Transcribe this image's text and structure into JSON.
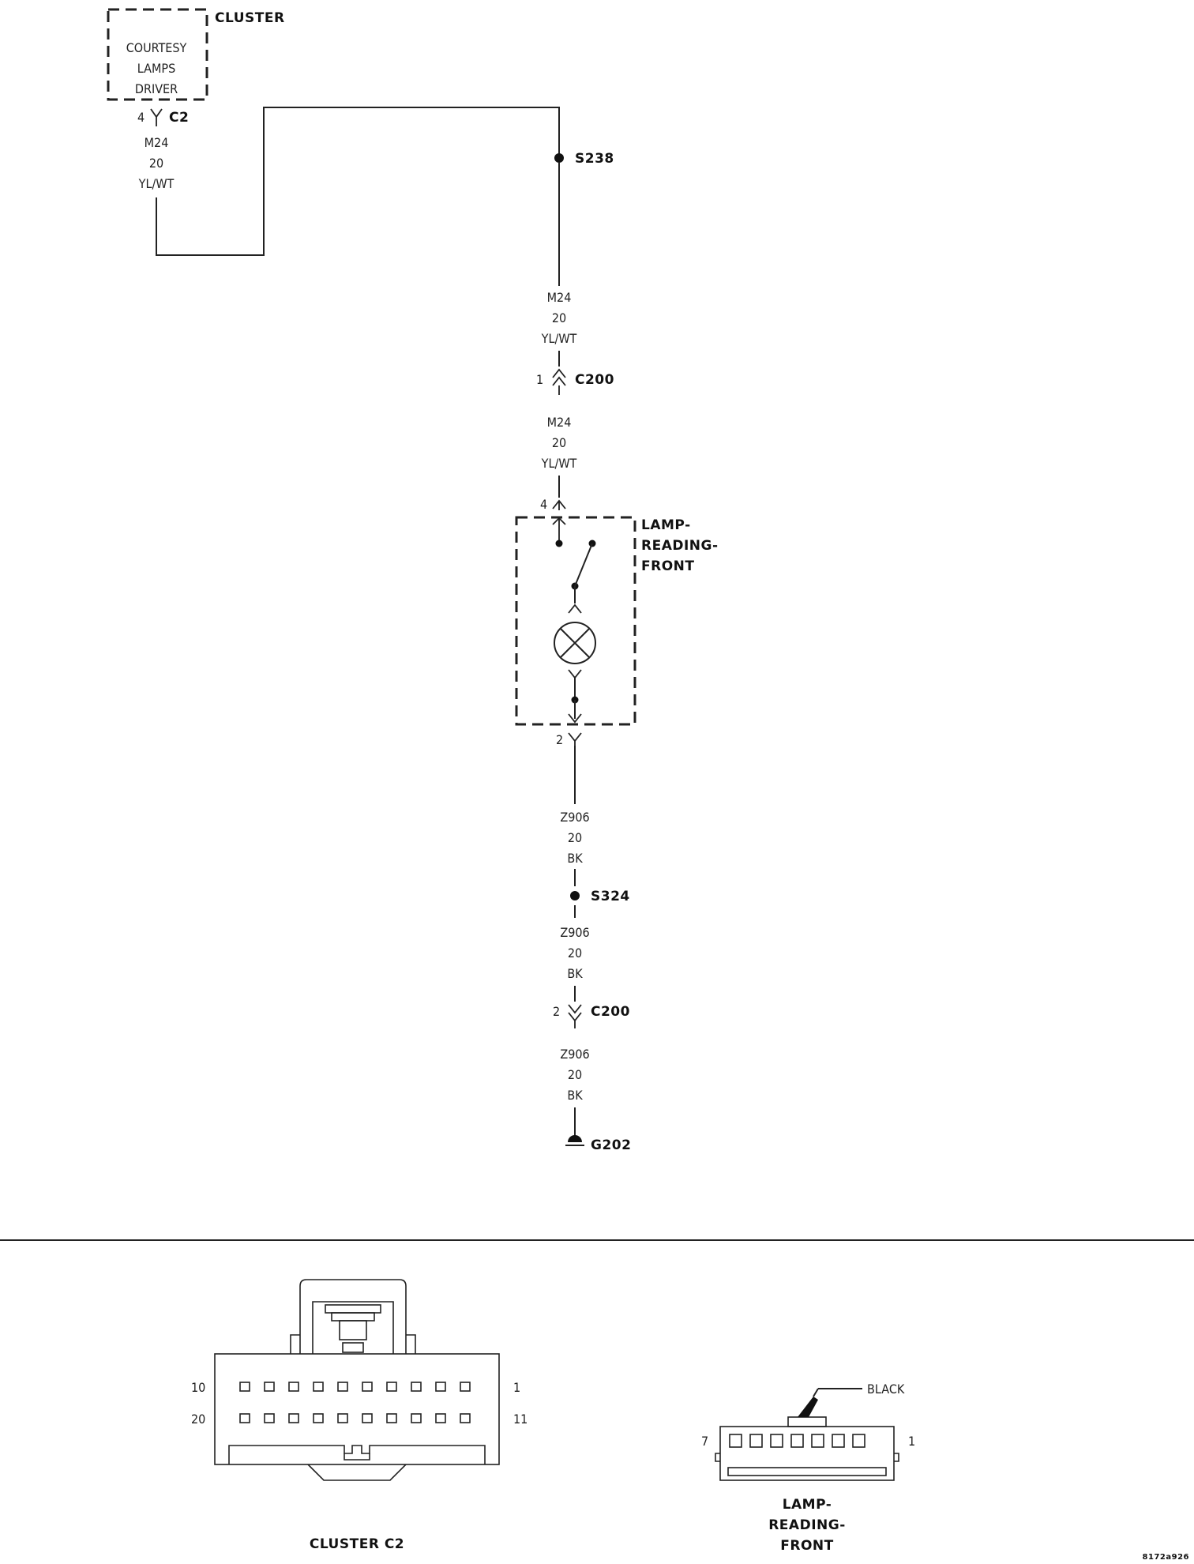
{
  "cluster": {
    "title": "CLUSTER",
    "driver_lines": [
      "COURTESY",
      "LAMPS",
      "DRIVER"
    ],
    "pin": "4",
    "connector": "C2"
  },
  "wire_segments": [
    {
      "circuit": "M24",
      "gauge": "20",
      "color": "YL/WT"
    },
    {
      "circuit": "M24",
      "gauge": "20",
      "color": "YL/WT"
    },
    {
      "circuit": "M24",
      "gauge": "20",
      "color": "YL/WT"
    },
    {
      "circuit": "Z906",
      "gauge": "20",
      "color": "BK"
    },
    {
      "circuit": "Z906",
      "gauge": "20",
      "color": "BK"
    },
    {
      "circuit": "Z906",
      "gauge": "20",
      "color": "BK"
    }
  ],
  "splices": {
    "s1": "S238",
    "s2": "S324"
  },
  "connectors": {
    "c200_top": {
      "pin": "1",
      "name": "C200"
    },
    "c200_bottom": {
      "pin": "2",
      "name": "C200"
    }
  },
  "lamp": {
    "title_lines": [
      "LAMP-",
      "READING-",
      "FRONT"
    ],
    "pin_in": "4",
    "pin_out": "2"
  },
  "ground": "G202",
  "views": {
    "cluster_c2": {
      "caption": "CLUSTER C2",
      "pin_labels": {
        "top_left": "10",
        "top_right": "1",
        "bottom_left": "20",
        "bottom_right": "11"
      }
    },
    "lamp_connector": {
      "caption_lines": [
        "LAMP-",
        "READING-",
        "FRONT"
      ],
      "color_callout": "BLACK",
      "pin_labels": {
        "left": "7",
        "right": "1"
      }
    }
  },
  "figure_id": "8172a926"
}
